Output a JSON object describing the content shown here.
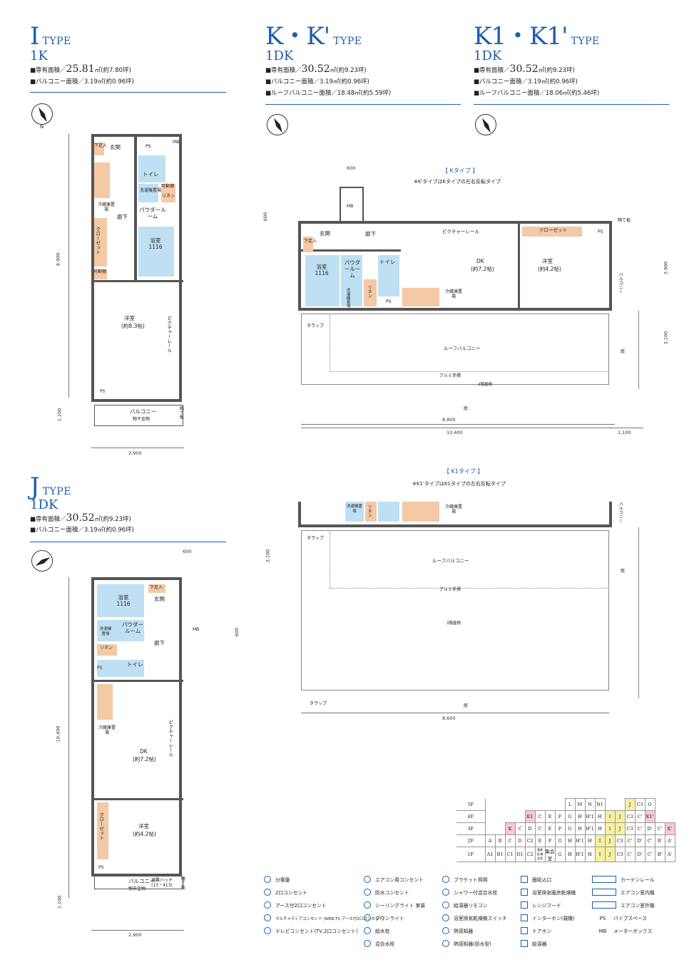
{
  "i_type": {
    "letter": "I",
    "type_word": "TYPE",
    "layout": "1K",
    "area": "■専有面積／",
    "area_val": "25.81",
    "area_tail": "㎡(約7.80坪)",
    "balcony": "■バルコニー面積／3.19㎡(約0.96坪)",
    "rooms": {
      "genkan": "玄関",
      "toilet": "トイレ",
      "sentaku": "洗濯機置場",
      "linen": "リネン",
      "kadoudana": "可動棚",
      "powder": "パウダールーム",
      "rouka": "廊下",
      "bath": "浴室 1116",
      "closet": "クローゼット",
      "fridge": "冷蔵庫置場",
      "kadoudana2": "可動棚",
      "youshitsu": "洋室",
      "youshitsu_size": "(約8.3帖)",
      "picture": "ピクチャーレール",
      "balcony": "バルコニー",
      "monohoshi": "物干金物",
      "shita": "下足入",
      "ps": "PS",
      "mb": "MB",
      "ps2": "PS",
      "hijou": "隔て板"
    },
    "dims": {
      "h1": "8,900",
      "h2": "1,100",
      "w": "2,900"
    }
  },
  "k_type": {
    "letter": "K・K'",
    "type_word": "TYPE",
    "layout": "1DK",
    "area": "■専有面積／",
    "area_val": "30.52",
    "area_tail": "㎡(約9.23坪)",
    "balcony": "■バルコニー面積／3.19㎡(約0.96坪)",
    "roof": "■ルーフバルコニー面積／18.48㎡(約5.59坪)",
    "caption": "【 Kタイプ 】",
    "note": "※K'タイプはKタイプの左右反転タイプ",
    "rooms": {
      "genkan": "玄関",
      "rouka": "廊下",
      "bath": "浴室 1116",
      "powder": "パウダールーム",
      "toilet": "トイレ",
      "linen": "リネン",
      "sentaku": "洗濯機置場",
      "dk": "DK",
      "dk_size": "(約7.2帖)",
      "youshitsu": "洋室",
      "youshitsu_size": "(約4.2帖)",
      "closet": "クローゼット",
      "picture": "ピクチャーレール",
      "fridge": "冷蔵庫置場",
      "roof": "ルーフバルコニー",
      "arumi": "アルミ手摺",
      "tarap": "タラップ",
      "kaiyane": "2階屋根",
      "niwa": "庭",
      "balcony": "バルコニー",
      "ps": "PS",
      "ps2": "PS",
      "mb": "MB",
      "shita": "下足入",
      "hedate": "隔て板"
    },
    "dims": {
      "a": "600",
      "b": "600",
      "c": "2,900",
      "d": "2,100",
      "e": "8,800",
      "f": "10,400",
      "g": "1,100"
    }
  },
  "k1_type": {
    "letter": "K1・K1'",
    "type_word": "TYPE",
    "layout": "1DK",
    "area": "■専有面積／",
    "area_val": "30.52",
    "area_tail": "㎡(約9.23坪)",
    "balcony": "■バルコニー面積／3.19㎡(約0.96坪)",
    "roof": "■ルーフバルコニー面積／18.06㎡(約5.46坪)",
    "caption": "【 K1タイプ 】",
    "note": "※K1'タイプはK1タイプの左右反転タイプ",
    "rooms": {
      "roof": "ルーフバルコニー",
      "arumi": "アルミ手摺",
      "kaiyane": "3階屋根",
      "tarap": "タラップ",
      "tarap2": "タラップ",
      "niwa": "庭",
      "niwa2": "庭",
      "balcony": "バルコニー",
      "linen": "リネン",
      "sentaku": "洗濯機置場",
      "fridge": "冷蔵庫置場"
    },
    "dims": {
      "a": "2,100",
      "b": "8,600"
    }
  },
  "j_type": {
    "letter": "J",
    "type_word": "TYPE",
    "layout": "1DK",
    "area": "■専有面積／",
    "area_val": "30.52",
    "area_tail": "㎡(約9.23坪)",
    "balcony": "■バルコニー面積／3.19㎡(約0.96坪)",
    "rooms": {
      "bath": "浴室 1116",
      "shita": "下足入",
      "genkan": "玄関",
      "powder": "パウダールーム",
      "sentaku": "洗濯機置場",
      "rouka": "廊下",
      "linen": "リネン",
      "toilet": "トイレ",
      "ps": "PS",
      "mb": "MB",
      "fridge": "冷蔵庫置場",
      "dk": "DK",
      "dk_size": "(約7.2帖)",
      "picture": "ピクチャーレール",
      "closet": "クローゼット",
      "youshitsu": "洋室",
      "youshitsu_size": "(約4.2帖)",
      "balcony": "バルコニー",
      "monohoshi": "物干金物",
      "hatch": "避難ハッチ (13・413)",
      "ps2": "PS",
      "hedate": "隔て板"
    },
    "dims": {
      "a": "600",
      "b": "600",
      "c": "10,400",
      "d": "1,100",
      "e": "2,900"
    }
  },
  "floor_grid": [
    {
      "floor": "5F",
      "cells": [
        "",
        "",
        "",
        "",
        "",
        "",
        "L",
        "M",
        "N",
        "N1",
        "",
        "",
        "J",
        "C3",
        "O",
        "",
        ""
      ]
    },
    {
      "floor": "4F",
      "cells": [
        "",
        "",
        "K1",
        "C",
        "E",
        "F",
        "G",
        "H",
        "H'1",
        "H",
        "I",
        "J",
        "C3",
        "C'",
        "K1'",
        "",
        ""
      ]
    },
    {
      "floor": "3F",
      "cells": [
        "",
        "K",
        "C",
        "D",
        "C",
        "E",
        "F",
        "G",
        "H",
        "H'1",
        "H",
        "I",
        "J",
        "C3",
        "C'",
        "D'",
        "C'",
        "K'"
      ]
    },
    {
      "floor": "2F",
      "cells": [
        "A",
        "B",
        "C",
        "D",
        "C2",
        "E",
        "F",
        "G",
        "H",
        "H'1",
        "H",
        "I",
        "J",
        "C3",
        "C'",
        "D'",
        "C'",
        "B'",
        "A'"
      ]
    },
    {
      "floor": "1F",
      "cells": [
        "A",
        "A1",
        "B1",
        "C1",
        "D1",
        "C2",
        "事業室/集会室",
        "集会室",
        "G",
        "H",
        "H'1",
        "H",
        "I",
        "J",
        "C3",
        "C'",
        "D'",
        "C'",
        "B'",
        "A'"
      ]
    }
  ],
  "legend": [
    [
      "分電盤",
      "エアコン用コンセント",
      "ブラケット照明",
      "圏吸込口",
      "カーテンレール"
    ],
    [
      "2口コンセント",
      "防水コンセント",
      "シャワー付混合水栓",
      "浴室換気暖房乾燥機",
      "エアコン室内機"
    ],
    [
      "アース付2口コンセント",
      "シーリングライト 実装",
      "給湯器リモコン",
      "レンジフード",
      "エアコン室外機"
    ],
    [
      "マルチメディアコンセント (WEB,TV,アース付2口コンセント)",
      "ダウンライト",
      "浴室換気乾燥機スイッチ",
      "インターホン(親機)",
      "パイプスペース"
    ],
    [
      "テレビコンセント(TV,2口コンセント)",
      "給水栓",
      "熱感知器",
      "ドアホン",
      "メーターボックス"
    ],
    [
      "",
      "混合水栓",
      "熱感知器(防水型)",
      "給湯器",
      ""
    ]
  ],
  "legend_abbr": {
    "ps": "PS",
    "mb": "MB"
  },
  "colors": {
    "accent": "#1f5ea8",
    "water": "#bfe0f3",
    "storage": "#f4c9a5",
    "grid_yellow": "#f7f0a2",
    "grid_pink": "#f6c9d5"
  }
}
